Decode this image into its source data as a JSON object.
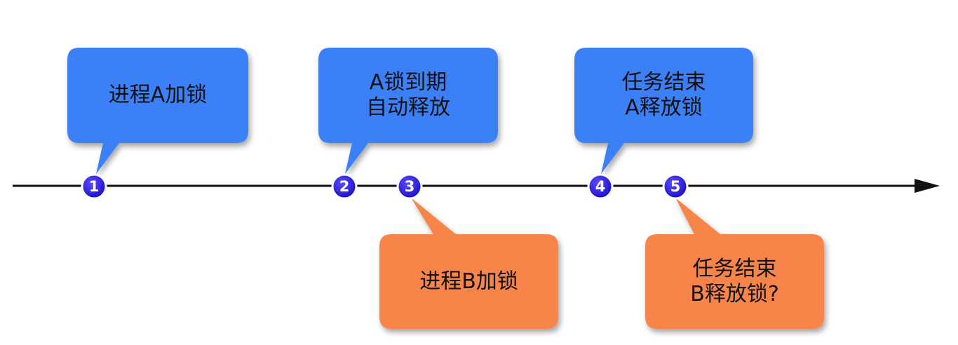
{
  "colors": {
    "blue": "#3a80f7",
    "orange": "#f7854a",
    "marker": "#2a1ee6",
    "line": "#111111"
  },
  "markers": [
    "1",
    "2",
    "3",
    "4",
    "5"
  ],
  "callouts": [
    {
      "lines": [
        "进程A加锁"
      ],
      "marker": "1",
      "color": "blue"
    },
    {
      "lines": [
        "A锁到期",
        "自动释放"
      ],
      "marker": "2",
      "color": "blue"
    },
    {
      "lines": [
        "进程B加锁"
      ],
      "marker": "3",
      "color": "orange"
    },
    {
      "lines": [
        "任务结束",
        "A释放锁"
      ],
      "marker": "4",
      "color": "blue"
    },
    {
      "lines": [
        "任务结束",
        "B释放锁?"
      ],
      "marker": "5",
      "color": "orange"
    }
  ]
}
